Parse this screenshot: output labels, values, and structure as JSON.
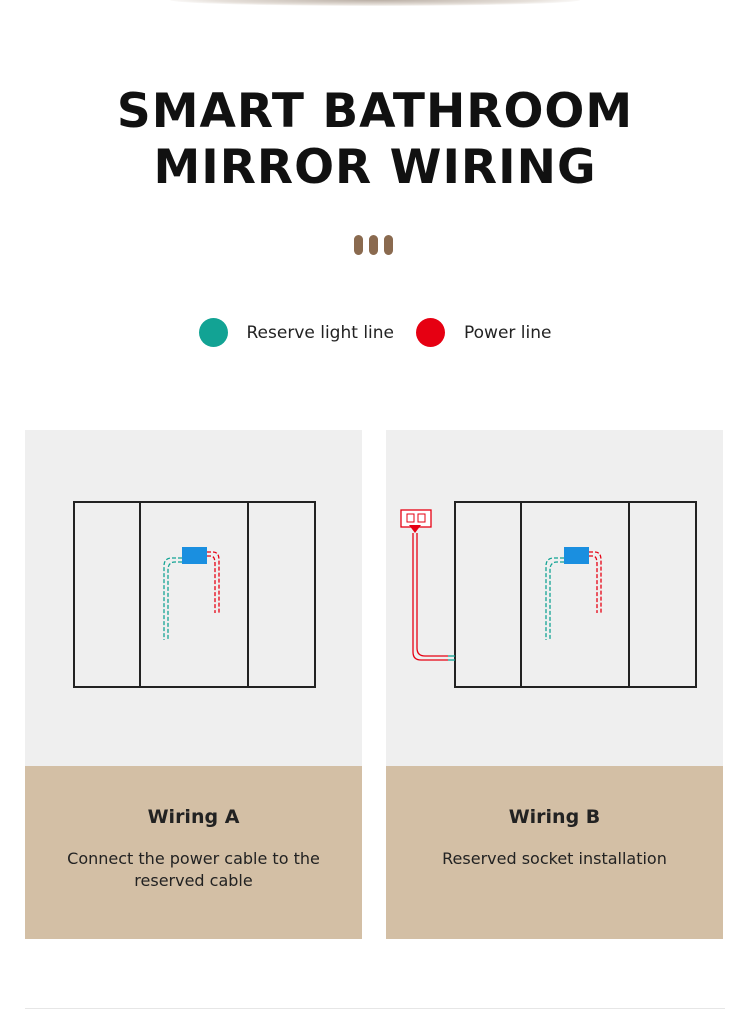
{
  "title_line1": "SMART BATHROOM",
  "title_line2": "MIRROR WIRING",
  "legend": [
    {
      "label": "Reserve light line",
      "color": "#12a394"
    },
    {
      "label": "Power line",
      "color": "#e60012"
    }
  ],
  "colors": {
    "accent_brown": "#8a6a4f",
    "card_background": "#efefef",
    "card_caption_background": "#d3bfa5",
    "connector_blue": "#1a8fe0"
  },
  "cards": [
    {
      "title": "Wiring A",
      "description": "Connect the power cable to the reserved cable"
    },
    {
      "title": "Wiring B",
      "description": "Reserved socket installation"
    }
  ]
}
